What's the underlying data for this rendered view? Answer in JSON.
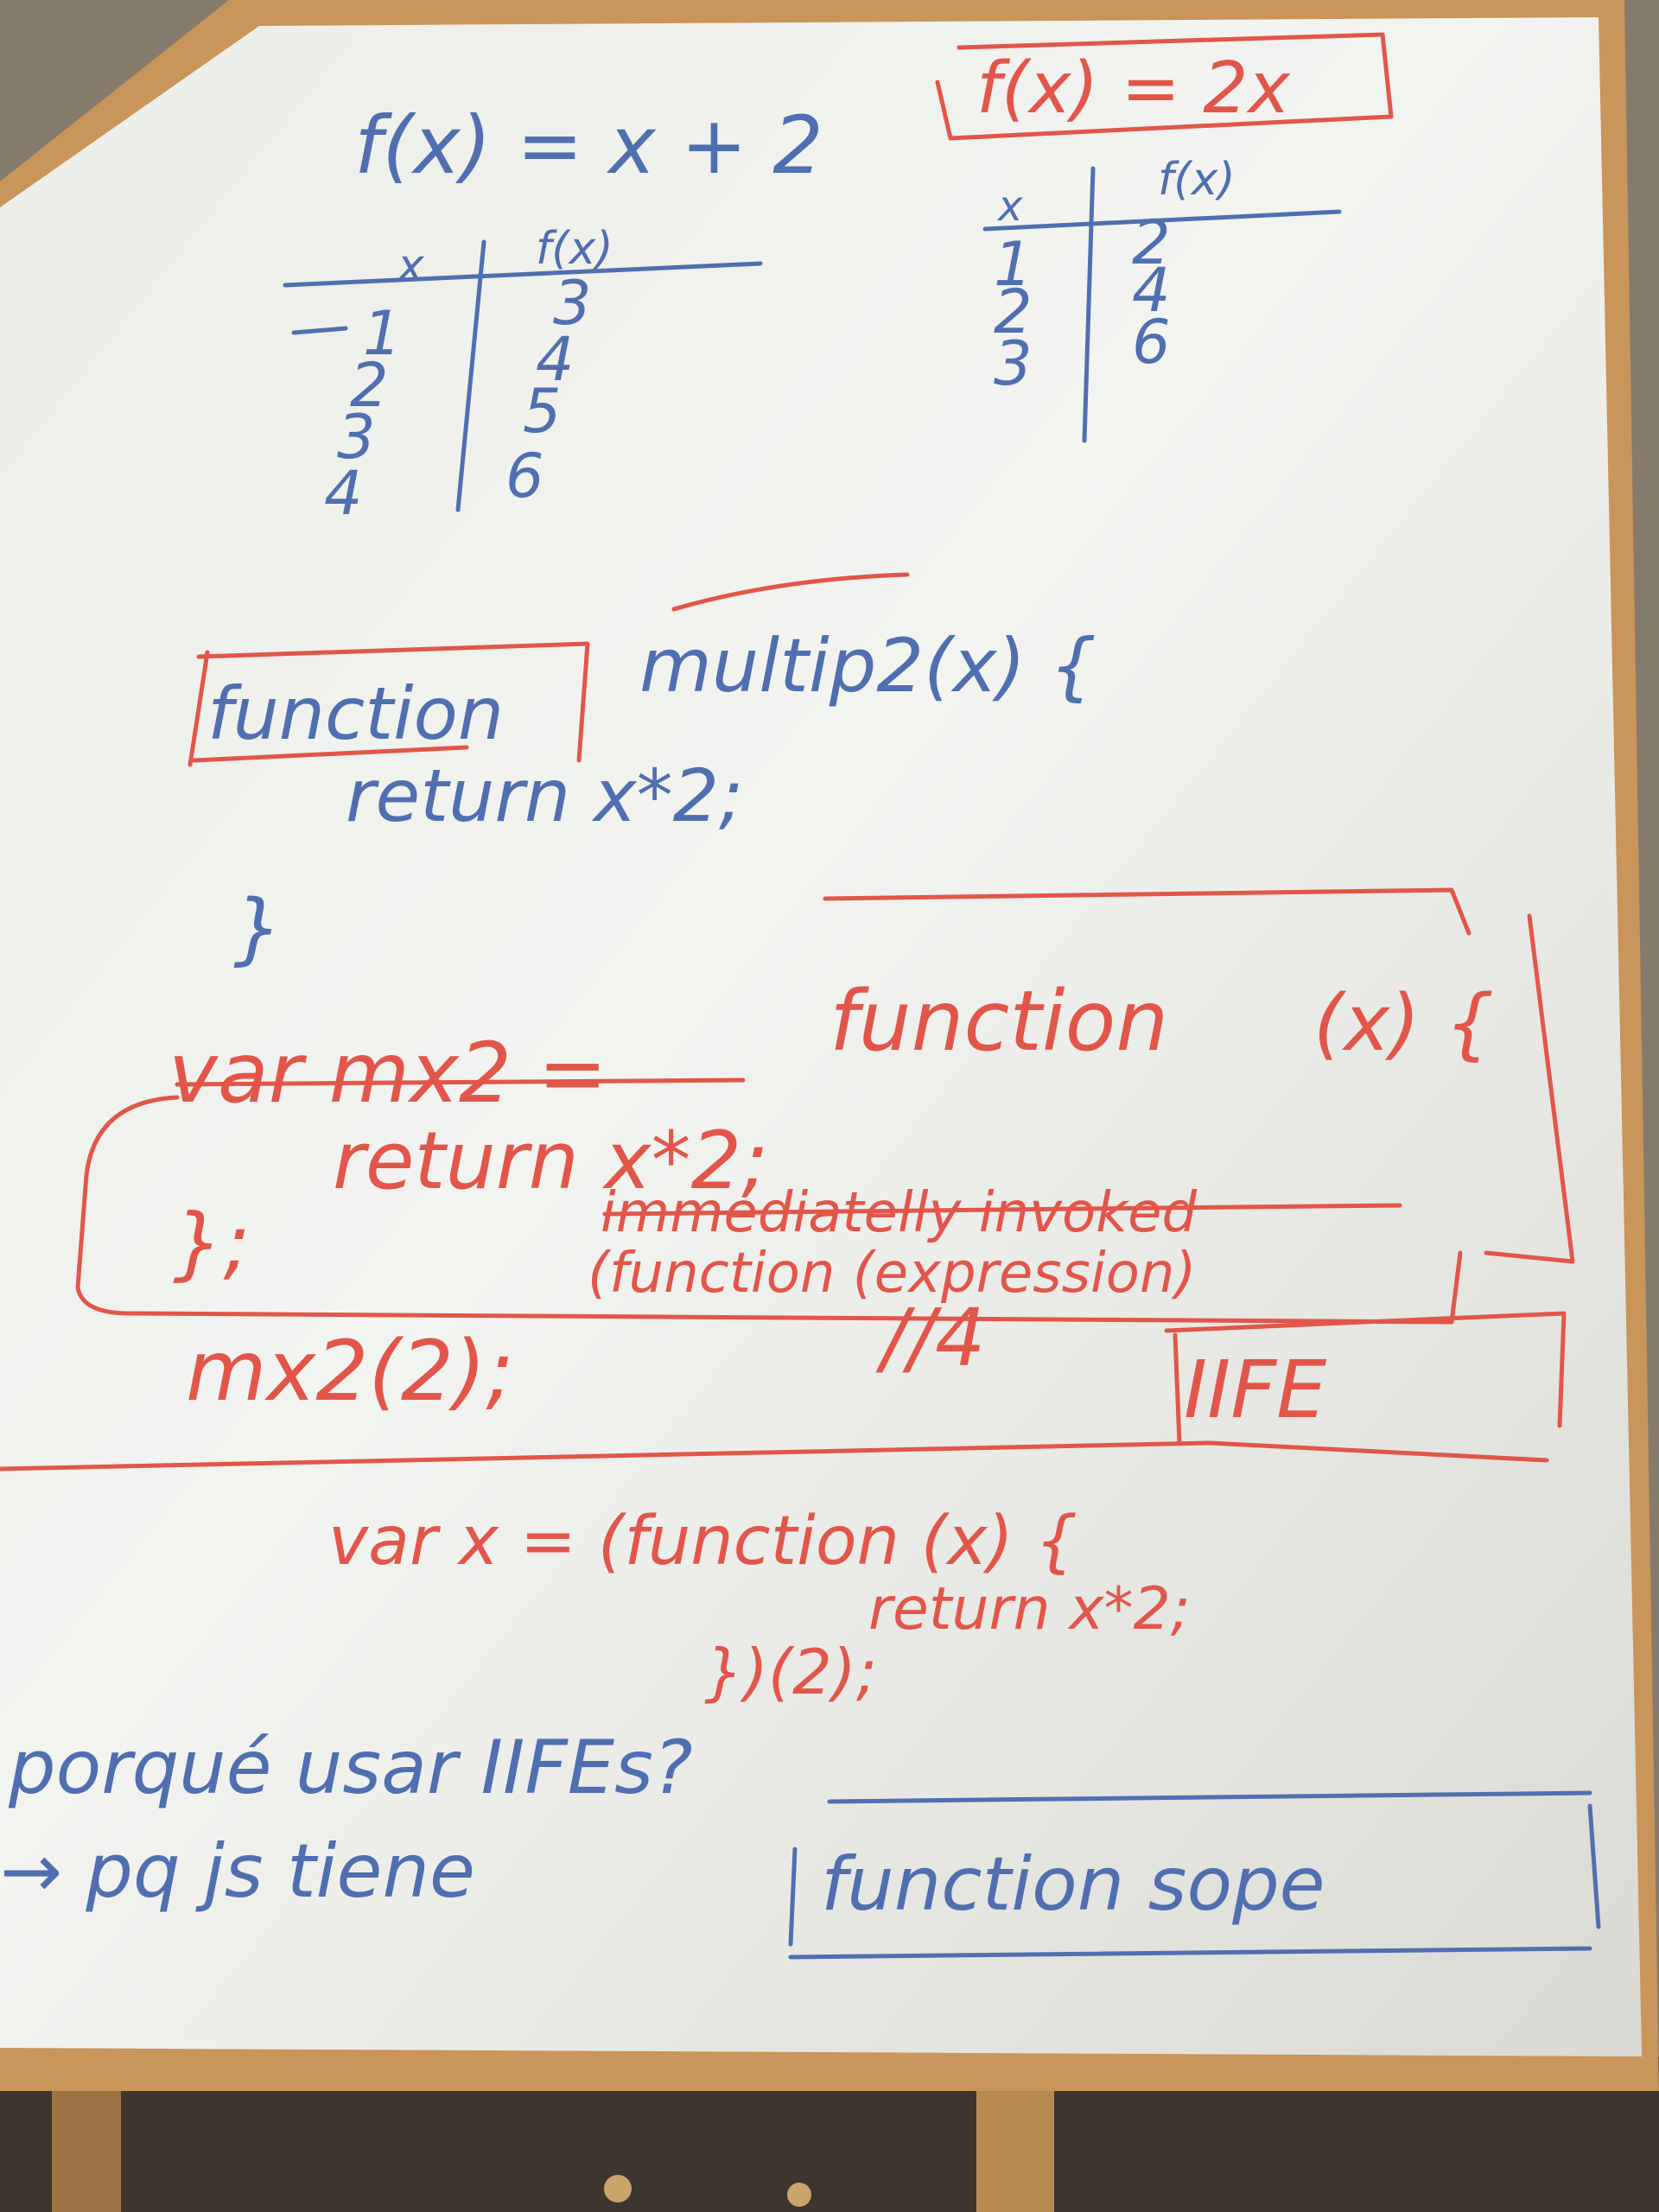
{
  "colors": {
    "wall": "#8f8576",
    "frame": "#c9955a",
    "board": "#eef0ec",
    "blue_marker": "#4f6fb0",
    "red_marker": "#e2564a"
  },
  "board": {
    "f1": {
      "equation": "f(x) = x + 2",
      "col_x": "x",
      "col_fx": "f(x)",
      "x_values": [
        "1",
        "2",
        "3",
        "4"
      ],
      "fx_values": [
        "3",
        "4",
        "5",
        "6"
      ]
    },
    "f2": {
      "equation": "f(x) = 2x",
      "col_x": "x",
      "col_fx": "f(x)",
      "x_values": [
        "1",
        "2",
        "3"
      ],
      "fx_values": [
        "2",
        "4",
        "6"
      ]
    },
    "decl": {
      "keyword": "function",
      "signature": "multip2(x) {",
      "body": "return x*2;",
      "close": "}"
    },
    "expr": {
      "lhs": "var mx2 =",
      "keyword": "function",
      "params": "(x) {",
      "body": "return x*2;",
      "close": "};",
      "note_line1": "immediatelly invoked",
      "note_line2": "(function (expression)",
      "call": "mx2(2);",
      "comment": "//4",
      "acronym": "IIFE"
    },
    "iife": {
      "line1": "var x = (function (x) {",
      "line2": "return x*2;",
      "line3": "})(2);"
    },
    "why": {
      "question": "porqué usar IIFEs?",
      "answer": "→ pq js tiene",
      "boxed": "function sope"
    }
  }
}
